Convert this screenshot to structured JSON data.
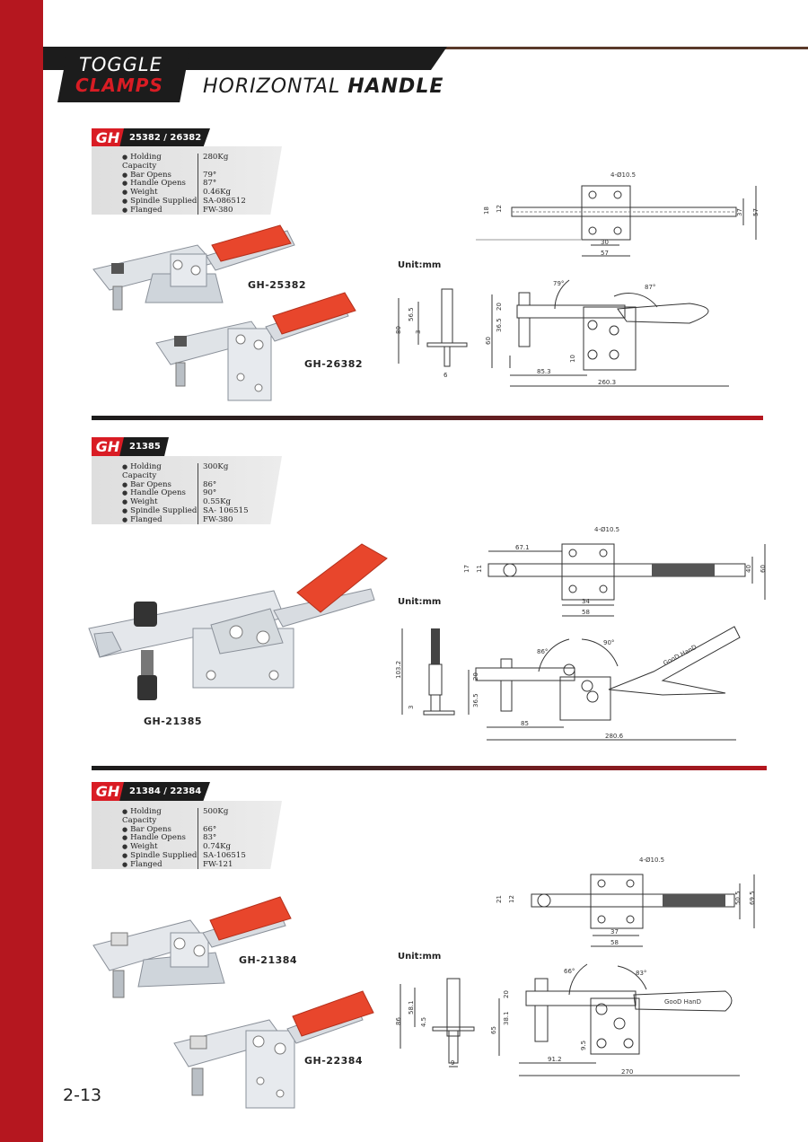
{
  "header": {
    "logo_line1": "TOGGLE",
    "logo_line2": "CLAMPS",
    "title_light": "HORIZONTAL ",
    "title_bold": "HANDLE"
  },
  "page_number": "2-13",
  "unit_label": "Unit:mm",
  "sections": [
    {
      "brand": "GH",
      "model": "25382 / 26382",
      "specs": [
        {
          "label": "Holding Capacity",
          "value": "280Kg"
        },
        {
          "label": "Bar Opens",
          "value": "79°"
        },
        {
          "label": "Handle Opens",
          "value": "87°"
        },
        {
          "label": "Weight",
          "value": "0.46Kg"
        },
        {
          "label": "Spindle Supplied",
          "value": "SA-086512"
        },
        {
          "label": "Flanged Washers",
          "value": "FW-380"
        }
      ],
      "photo_labels": [
        "GH-25382",
        "GH-26382"
      ],
      "dims_top": [
        "4-Ø10.5",
        "18",
        "12",
        "37",
        "57",
        "30",
        "57"
      ],
      "dims_side": [
        "79°",
        "87°",
        "80",
        "56.5",
        "3",
        "6",
        "20",
        "36.5",
        "60",
        "10",
        "85.3",
        "260.3"
      ]
    },
    {
      "brand": "GH",
      "model": "21385",
      "specs": [
        {
          "label": "Holding Capacity",
          "value": "300Kg"
        },
        {
          "label": "Bar Opens",
          "value": "86°"
        },
        {
          "label": "Handle Opens",
          "value": "90°"
        },
        {
          "label": "Weight",
          "value": "0.55Kg"
        },
        {
          "label": "Spindle Supplied",
          "value": "SA- 106515"
        },
        {
          "label": "Flanged Washers",
          "value": "FW-380"
        }
      ],
      "photo_labels": [
        "GH-21385"
      ],
      "dims_top": [
        "4-Ø10.5",
        "67.1",
        "17",
        "11",
        "34",
        "58",
        "40",
        "60"
      ],
      "dims_side": [
        "86°",
        "90°",
        "103.2",
        "3",
        "20",
        "36.5",
        "85",
        "280.6"
      ],
      "handle_text": "GooD HanD"
    },
    {
      "brand": "GH",
      "model": "21384 / 22384",
      "specs": [
        {
          "label": "Holding Capacity",
          "value": "500Kg"
        },
        {
          "label": "Bar Opens",
          "value": "66°"
        },
        {
          "label": "Handle Opens",
          "value": "83°"
        },
        {
          "label": "Weight",
          "value": "0.74Kg"
        },
        {
          "label": "Spindle Supplied",
          "value": "SA-106515"
        },
        {
          "label": "Flanged Washers",
          "value": "FW-121"
        }
      ],
      "photo_labels": [
        "GH-21384",
        "GH-22384"
      ],
      "dims_top": [
        "4-Ø10.5",
        "21",
        "12",
        "37",
        "58",
        "50.5",
        "69.5"
      ],
      "dims_side": [
        "66°",
        "83°",
        "86",
        "58.1",
        "4.5",
        "9",
        "20",
        "38.1",
        "65",
        "9.5",
        "91.2",
        "270"
      ],
      "handle_text": "GooD HanD"
    }
  ],
  "colors": {
    "brand_red": "#d91c24",
    "dark": "#1c1c1c",
    "handle_red": "#e8462c"
  }
}
